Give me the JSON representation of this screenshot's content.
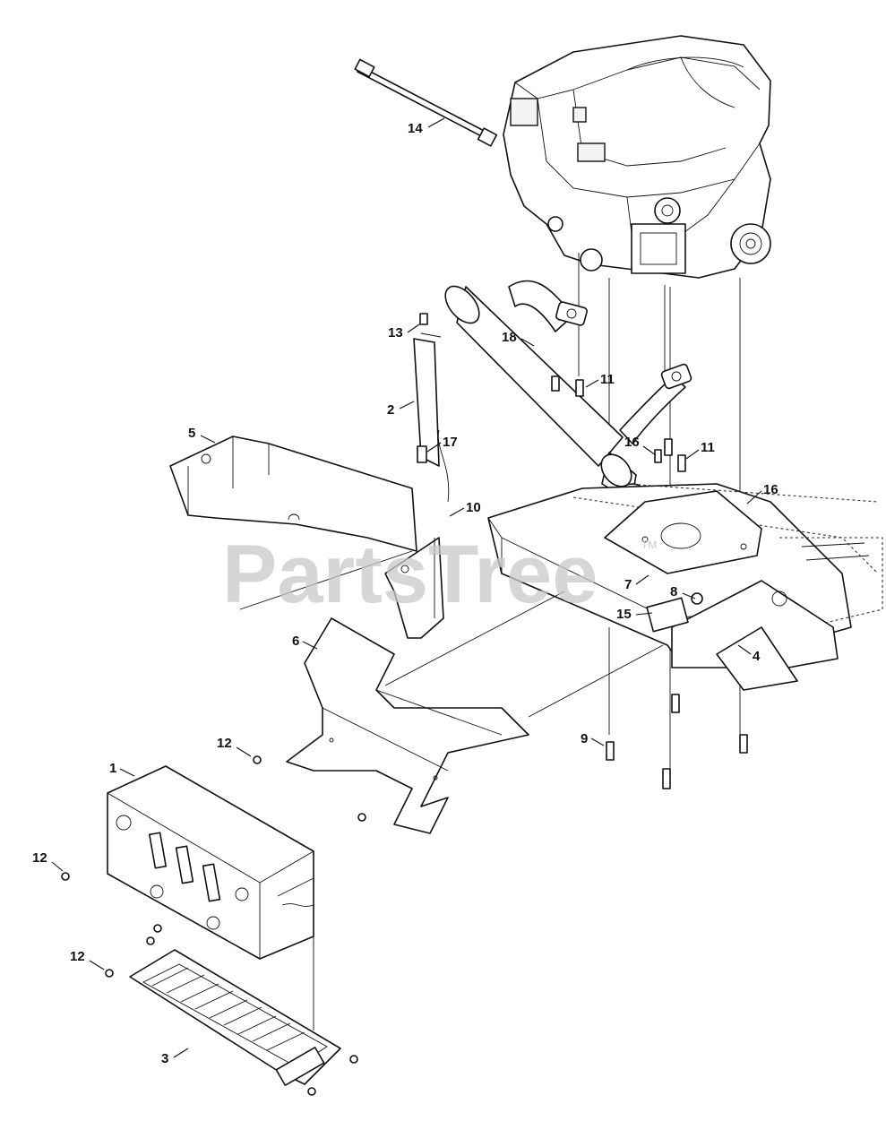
{
  "watermark": {
    "text": "PartsTree",
    "trademark": "TM"
  },
  "callouts": [
    {
      "id": "c14",
      "label": "14"
    },
    {
      "id": "c13",
      "label": "13"
    },
    {
      "id": "c18",
      "label": "18"
    },
    {
      "id": "c11a",
      "label": "11"
    },
    {
      "id": "c2",
      "label": "2"
    },
    {
      "id": "c5",
      "label": "5"
    },
    {
      "id": "c17",
      "label": "17"
    },
    {
      "id": "c16a",
      "label": "16"
    },
    {
      "id": "c11b",
      "label": "11"
    },
    {
      "id": "c10",
      "label": "10"
    },
    {
      "id": "c16b",
      "label": "16"
    },
    {
      "id": "c7",
      "label": "7"
    },
    {
      "id": "c8",
      "label": "8"
    },
    {
      "id": "c15",
      "label": "15"
    },
    {
      "id": "c6",
      "label": "6"
    },
    {
      "id": "c4",
      "label": "4"
    },
    {
      "id": "c12a",
      "label": "12"
    },
    {
      "id": "c9",
      "label": "9"
    },
    {
      "id": "c1",
      "label": "1"
    },
    {
      "id": "c12b",
      "label": "12"
    },
    {
      "id": "c12c",
      "label": "12"
    },
    {
      "id": "c3",
      "label": "3"
    }
  ]
}
